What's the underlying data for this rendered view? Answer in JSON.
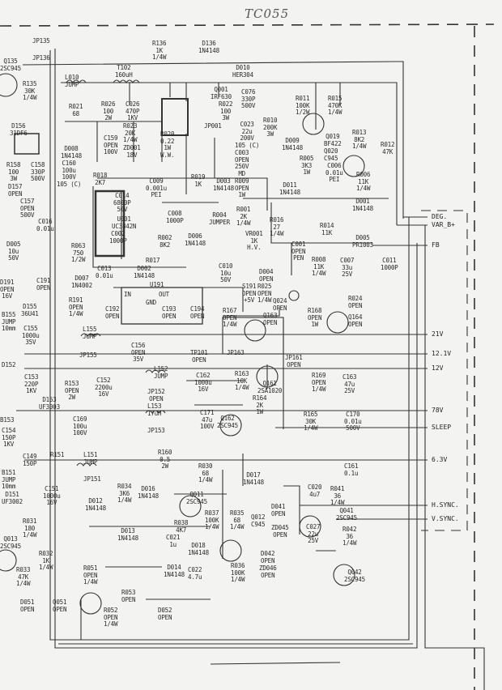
{
  "title": "TC055",
  "components": [
    {
      "text": "JP135"
    },
    {
      "text": "JP136"
    },
    {
      "text": "Q135\n2SC945"
    },
    {
      "text": "R135\n30K\n1/4W"
    },
    {
      "text": "R136\n1K\n1/4W"
    },
    {
      "text": "D136\n1N4148"
    },
    {
      "text": "T102\n160uH"
    },
    {
      "text": "L010\nJUMP"
    },
    {
      "text": "D010\nHER304"
    },
    {
      "text": "Q001\nIRF630"
    },
    {
      "text": "R022\n100\n3W"
    },
    {
      "text": "C076\n330P\n500V"
    },
    {
      "text": "R026\n100\n2W"
    },
    {
      "text": "C026\n470P\n1KV"
    },
    {
      "text": "R021\n68"
    },
    {
      "text": "D156\n31DF6"
    },
    {
      "text": "D008\n1N4148"
    },
    {
      "text": "C160\n100u\n100V\n105 (C)"
    },
    {
      "text": "C159\nOPEN\n100V"
    },
    {
      "text": "R023\n20K\n1/4W"
    },
    {
      "text": "ZD001\n18V"
    },
    {
      "text": "R020\n0.22\n1W\nW.W."
    },
    {
      "text": "JP001"
    },
    {
      "text": "C023\n22u\n200V\n105 (C)"
    },
    {
      "text": "C003\nOPEN\n250V\nMD"
    },
    {
      "text": "R009\nOPEN\n1W"
    },
    {
      "text": "R010\n200K\n3W"
    },
    {
      "text": "R011\n100K\n1/2W"
    },
    {
      "text": "R015\n470K\n1/4W"
    },
    {
      "text": "D009\n1N4148"
    },
    {
      "text": "Q019\nBF422"
    },
    {
      "text": "Q020\nC945"
    },
    {
      "text": "R013\n8K2\n1/4W"
    },
    {
      "text": "R005\n3K3\n1W"
    },
    {
      "text": "R012\n47K"
    },
    {
      "text": "C006\n0.01u\nPEI"
    },
    {
      "text": "R006\n11K\n1/4W"
    },
    {
      "text": "D011\n1N4148"
    },
    {
      "text": "D001\n1N4148"
    },
    {
      "text": "R158\n100\n3W"
    },
    {
      "text": "C158\n330P\n500V"
    },
    {
      "text": "D157\nOPEN"
    },
    {
      "text": "C157\nOPEN\n500V"
    },
    {
      "text": "C016\n0.01u"
    },
    {
      "text": "R018\n2K7"
    },
    {
      "text": "C009\n0.001u\nPEI"
    },
    {
      "text": "C014\n6800P\n50V"
    },
    {
      "text": "U001\nUC3842N"
    },
    {
      "text": "C008\n1000P"
    },
    {
      "text": "R019\n1K"
    },
    {
      "text": "D003\n1N4148"
    },
    {
      "text": "R004\nJUMPER"
    },
    {
      "text": "R001\n2K\n1/4W"
    },
    {
      "text": "VR001\n1K\nH.V."
    },
    {
      "text": "R016\n27\n1/4W"
    },
    {
      "text": "R014\n11K"
    },
    {
      "text": "D005\nPR1003"
    },
    {
      "text": "C001\nOPEN\nPEN"
    },
    {
      "text": "R008\n11K\n1/4W"
    },
    {
      "text": "C007\n33u\n25V"
    },
    {
      "text": "C011\n1000P"
    },
    {
      "text": "C002\n1000P"
    },
    {
      "text": "R002\n8K2"
    },
    {
      "text": "D006\n1N4148"
    },
    {
      "text": "R017"
    },
    {
      "text": "D002\n1N4148"
    },
    {
      "text": "C010\n10u\n50V"
    },
    {
      "text": "C013\n0.01u"
    },
    {
      "text": "R063\n750\n1/2W"
    },
    {
      "text": "D005\n10u\n50V"
    },
    {
      "text": "D007\n1N4002"
    },
    {
      "text": "D004\nOPEN"
    },
    {
      "text": "R025\nOPEN\n1/4W"
    },
    {
      "text": "Q024\nOPEN"
    },
    {
      "text": "R024\nOPEN"
    },
    {
      "text": "U191"
    },
    {
      "text": "S191\nOPEN\n+5V"
    },
    {
      "text": "R191\nOPEN\n1/4W"
    },
    {
      "text": "C192\nOPEN"
    },
    {
      "text": "C193\nOPEN"
    },
    {
      "text": "C194\nOPEN"
    },
    {
      "text": "R167\nOPEN\n1/4W"
    },
    {
      "text": "Q163\nOPEN"
    },
    {
      "text": "R168\nOPEN\n1W"
    },
    {
      "text": "Q164\nOPEN"
    },
    {
      "text": "JP163"
    },
    {
      "text": "B155\nJUMP\n10mm"
    },
    {
      "text": "D155\n36U41"
    },
    {
      "text": "C155\n1000u\n35V"
    },
    {
      "text": "L155\nJUMP"
    },
    {
      "text": "JP155"
    },
    {
      "text": "C156\nOPEN\n35V"
    },
    {
      "text": "TP101\nOPEN"
    },
    {
      "text": "JP161\nOPEN"
    },
    {
      "text": "R163\n10K\n1/4W"
    },
    {
      "text": "Q161\n2SA1020"
    },
    {
      "text": "R164\n2K\n1W"
    },
    {
      "text": "R169\nOPEN\n1/4W"
    },
    {
      "text": "C163\n47u\n25V"
    },
    {
      "text": "D152"
    },
    {
      "text": "C153\n220P\n1KV"
    },
    {
      "text": "R153\nOPEN\n2W"
    },
    {
      "text": "C152\n2200u\n16V"
    },
    {
      "text": "L152\nJUMP"
    },
    {
      "text": "JP152\nOPEN"
    },
    {
      "text": "C162\n1000u\n16V"
    },
    {
      "text": "D153\nUF3003"
    },
    {
      "text": "L153\n17uH"
    },
    {
      "text": "JP153"
    },
    {
      "text": "C171\n47u\n100V"
    },
    {
      "text": "Q162\n2SC945"
    },
    {
      "text": "R165\n30K\n1/4W"
    },
    {
      "text": "C170\n0.01u\n500V"
    },
    {
      "text": "B153"
    },
    {
      "text": "C154\n150P\n1KV"
    },
    {
      "text": "C169\n100u\n100V"
    },
    {
      "text": "R160\n0.5\n2W"
    },
    {
      "text": "R151"
    },
    {
      "text": "L151\nJUMP"
    },
    {
      "text": "JP151"
    },
    {
      "text": "B151\nJUMP\n10mm"
    },
    {
      "text": "C149\n150P"
    },
    {
      "text": "D151\nUF3002"
    },
    {
      "text": "C151\n1000u\n16V"
    },
    {
      "text": "R030\n68\n1/4W"
    },
    {
      "text": "D017\n1N4148"
    },
    {
      "text": "C161\n0.1u"
    },
    {
      "text": "R034\n3K6\n1/4W"
    },
    {
      "text": "D016\n1N4148"
    },
    {
      "text": "Q011\n2SC945"
    },
    {
      "text": "D012\n1N4148"
    },
    {
      "text": "R037\n100K\n1/4W"
    },
    {
      "text": "R035\n68\n1/4W"
    },
    {
      "text": "Q012\nC945"
    },
    {
      "text": "D041\nOPEN"
    },
    {
      "text": "ZD045\nOPEN"
    },
    {
      "text": "C020\n4u7"
    },
    {
      "text": "R041\n36\n1/4W"
    },
    {
      "text": "Q041\n2SC945"
    },
    {
      "text": "C027\n22u\n25V"
    },
    {
      "text": "R042\n36\n1/4W"
    },
    {
      "text": "D042\nOPEN"
    },
    {
      "text": "ZD046\nOPEN"
    },
    {
      "text": "Q042\n2SC945"
    },
    {
      "text": "R031\n180\n1/4W"
    },
    {
      "text": "D013\n1N4148"
    },
    {
      "text": "C021\n1u"
    },
    {
      "text": "R038\n4K7"
    },
    {
      "text": "D018\n1N4148"
    },
    {
      "text": "D014\n1N4148"
    },
    {
      "text": "C022\n4.7u"
    },
    {
      "text": "R036\n100K\n1/4W"
    },
    {
      "text": "Q013\n2SC945"
    },
    {
      "text": "R032\n1K\n1/4W"
    },
    {
      "text": "R033\n47K\n1/4W"
    },
    {
      "text": "D051\nOPEN"
    },
    {
      "text": "R051\nOPEN\n1/4W"
    },
    {
      "text": "Q051\nOPEN"
    },
    {
      "text": "R053\nOPEN"
    },
    {
      "text": "R052\nOPEN\n1/4W"
    },
    {
      "text": "D052\nOPEN"
    },
    {
      "text": "D191\nOPEN\n16V"
    },
    {
      "text": "C191\nOPEN"
    }
  ],
  "connectors": [
    "DEG.",
    "VAR_B+",
    "FB",
    "21V",
    "12.1V",
    "12V",
    "78V",
    "SLEEP",
    "6.3V",
    "H.SYNC.",
    "V.SYNC."
  ],
  "ic_pins": {
    "in": "IN",
    "out": "OUT",
    "gnd": "GND"
  }
}
